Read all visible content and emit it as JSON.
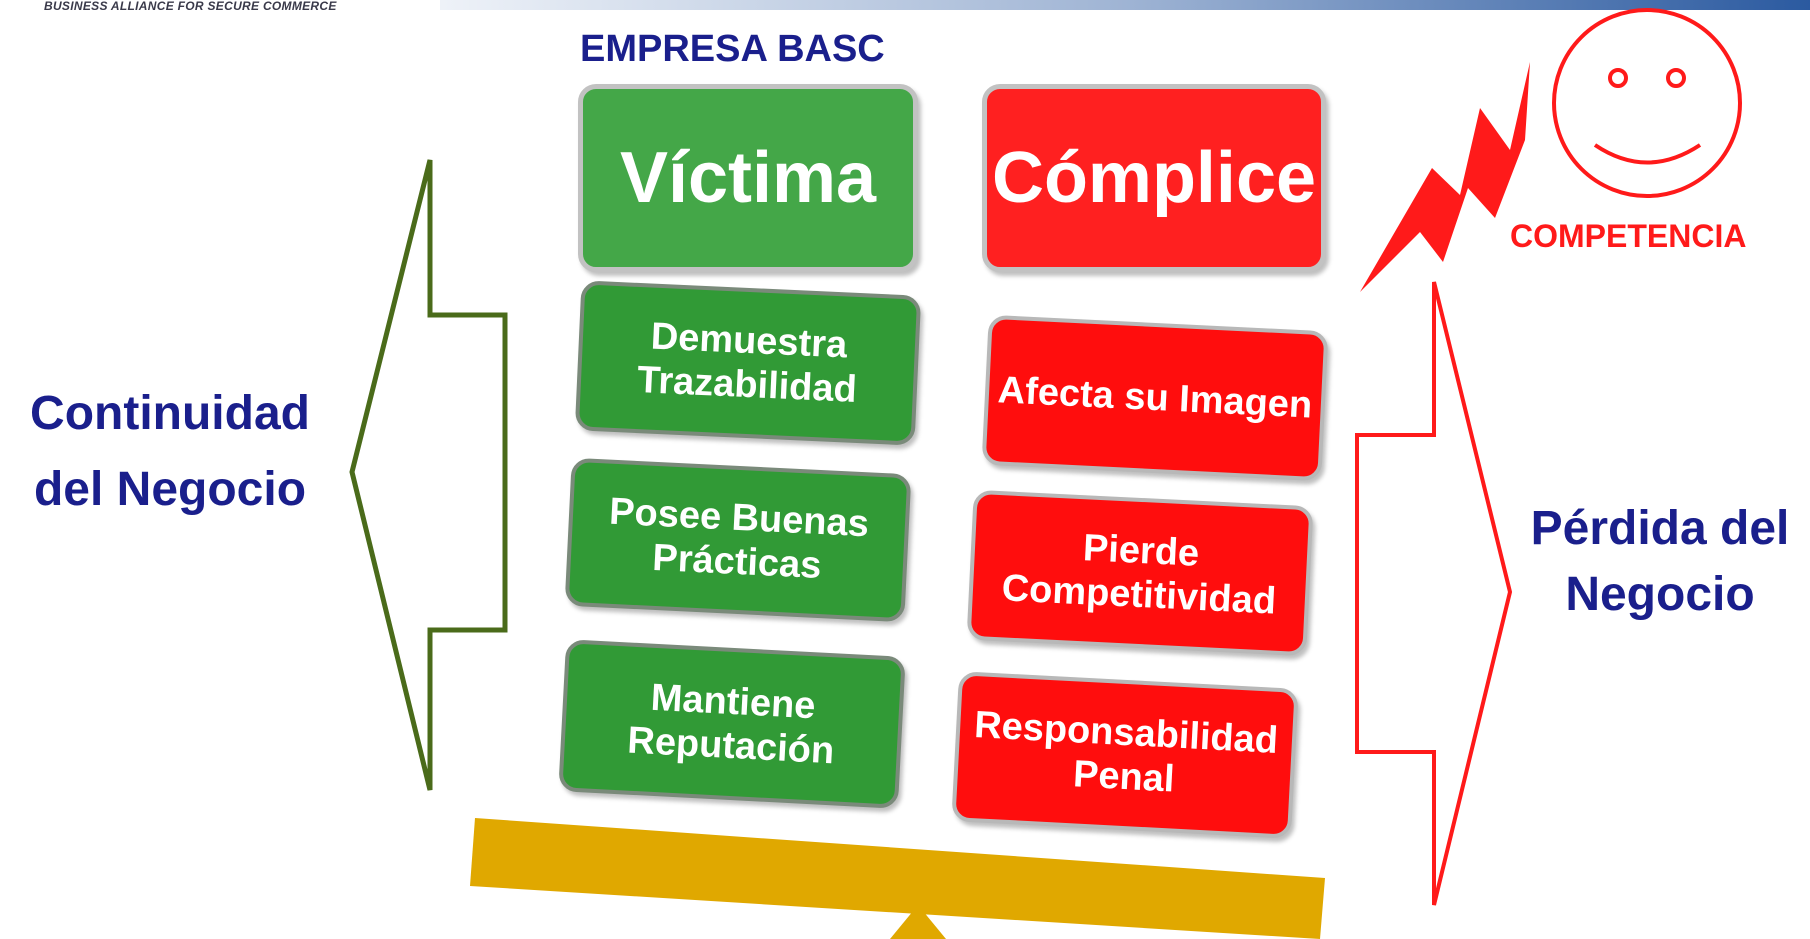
{
  "header": {
    "tagline": "BUSINESS ALLIANCE FOR SECURE COMMERCE"
  },
  "diagram": {
    "company_label": "EMPRESA BASC",
    "victim": {
      "title": "Víctima",
      "items": [
        "Demuestra Trazabilidad",
        "Posee Buenas Prácticas",
        "Mantiene Reputación"
      ]
    },
    "accomplice": {
      "title": "Cómplice",
      "items": [
        "Afecta  su Imagen",
        "Pierde Competitividad",
        "Responsabilidad Penal"
      ]
    },
    "left_outcome": "Continuidad del Negocio",
    "right_outcome": "Pérdida del Negocio",
    "competitor_label": "COMPETENCIA",
    "icons": [
      "left-arrow-icon",
      "right-arrow-icon",
      "lightning-bolt-icon",
      "smiley-face-icon",
      "balance-beam-icon",
      "fulcrum-icon"
    ],
    "colors": {
      "victim_green": "#319a36",
      "accomplice_red": "#ff0d0d",
      "heading_navy": "#1a1f8c",
      "left_arrow_olive": "#4a6b1a",
      "beam_gold": "#e0a800"
    }
  }
}
